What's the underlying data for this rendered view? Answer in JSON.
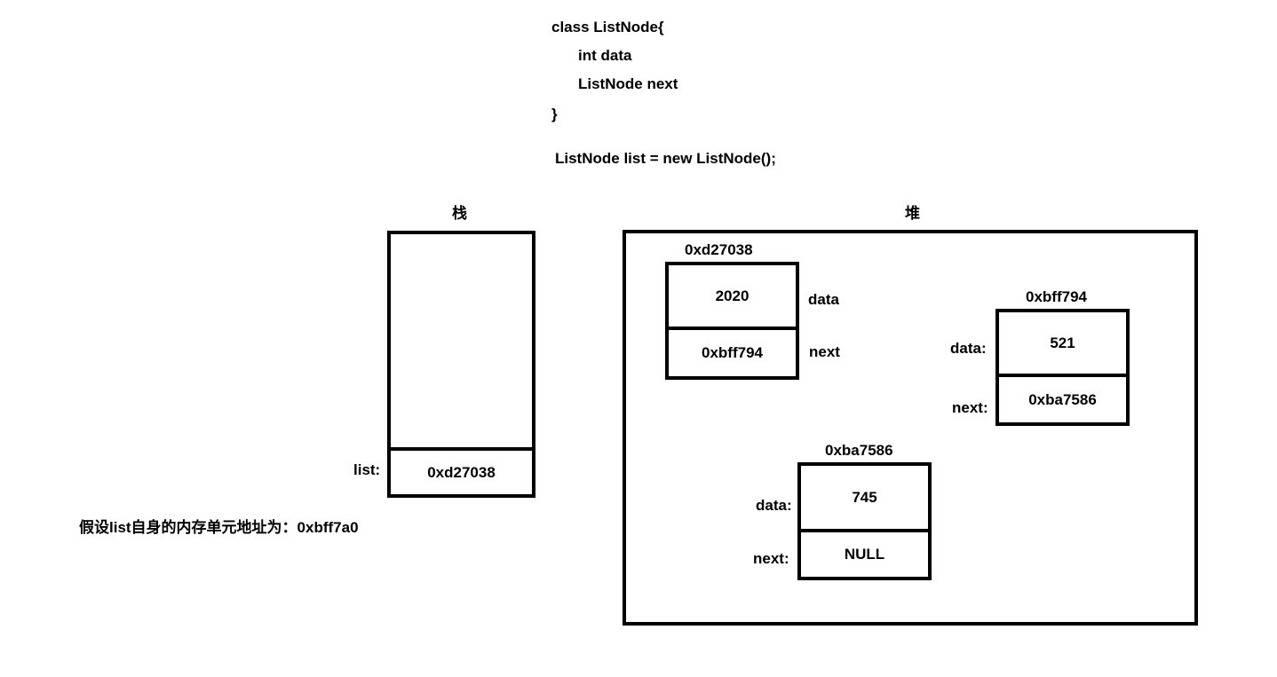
{
  "code": {
    "lines": [
      "class ListNode{",
      "int data",
      "ListNode next",
      "}"
    ],
    "statement": "ListNode list = new ListNode();"
  },
  "stack": {
    "title": "栈",
    "var_label": "list:",
    "var_value": "0xd27038",
    "note": "假设list自身的内存单元地址为：0xbff7a0"
  },
  "heap": {
    "title": "堆",
    "nodes": [
      {
        "address": "0xd27038",
        "data": "2020",
        "next": "0xbff794",
        "data_label": "data",
        "next_label": "next"
      },
      {
        "address": "0xbff794",
        "data": "521",
        "next": "0xba7586",
        "data_label": "data:",
        "next_label": "next:"
      },
      {
        "address": "0xba7586",
        "data": "745",
        "next": "NULL",
        "data_label": "data:",
        "next_label": "next:"
      }
    ]
  }
}
